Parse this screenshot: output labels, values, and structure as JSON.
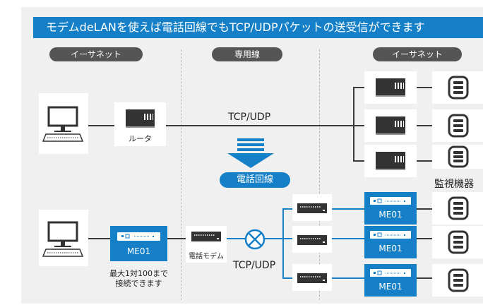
{
  "title": "モデムdeLANを使えば電話回線でもTCP/UDPパケットの送受信ができます",
  "sections": {
    "left": "イーサネット",
    "middle": "専用線",
    "right": "イーサネット"
  },
  "top_route": {
    "router_label": "ルータ",
    "protocol_label": "TCP/UDP"
  },
  "phone_line_label": "電話回線",
  "monitoring_label": "監視機器",
  "bottom_route": {
    "me01_label": "ME01",
    "me01_caption_line1": "最大1対100まで",
    "me01_caption_line2": "接続できます",
    "modem_label": "電話モデム",
    "protocol_label": "TCP/UDP",
    "remote_me01_labels": [
      "ME01",
      "ME01",
      "ME01"
    ]
  },
  "colors": {
    "accent_blue": "#1580c8",
    "panel_gray": "#f0f0f0",
    "pill_dark": "#555555"
  }
}
